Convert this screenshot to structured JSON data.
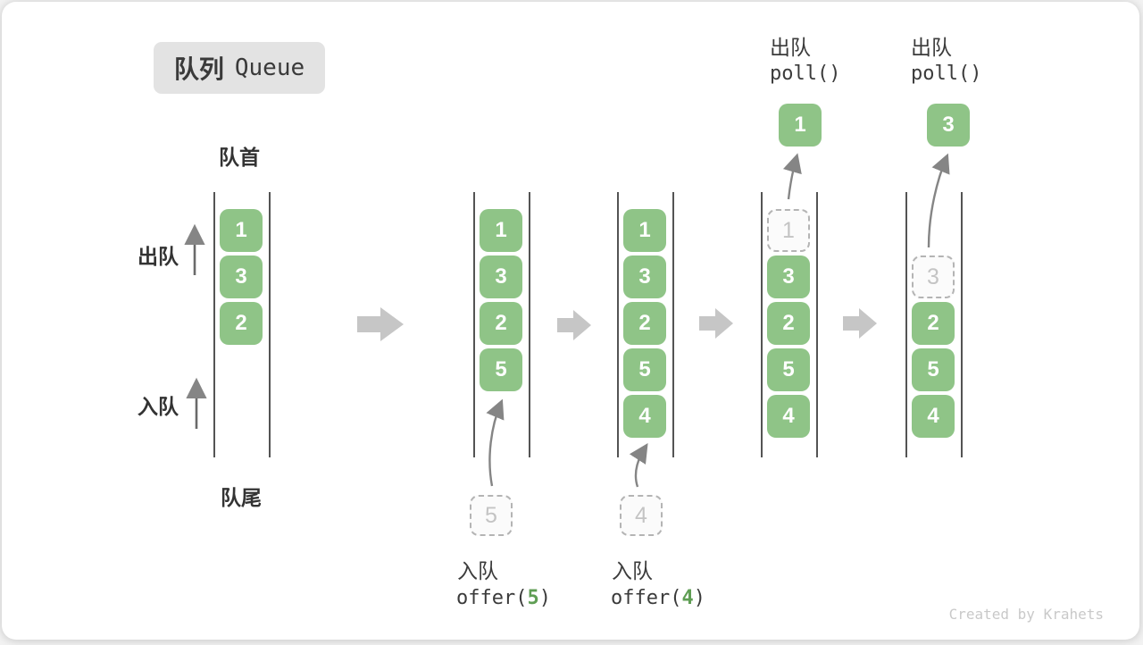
{
  "title": {
    "badge_zh": "队列",
    "badge_en": "Queue"
  },
  "labels": {
    "front": "队首",
    "rear": "队尾",
    "dequeue_side": "出队",
    "enqueue_side": "入队"
  },
  "operations": {
    "enqueue5": {
      "label": "入队",
      "code_prefix": "offer(",
      "arg": "5",
      "code_suffix": ")"
    },
    "enqueue4": {
      "label": "入队",
      "code_prefix": "offer(",
      "arg": "4",
      "code_suffix": ")"
    },
    "dequeue1": {
      "label": "出队",
      "code": "poll()"
    },
    "dequeue3": {
      "label": "出队",
      "code": "poll()"
    }
  },
  "columns": [
    {
      "cells": [
        "1",
        "3",
        "2"
      ]
    },
    {
      "cells": [
        "1",
        "3",
        "2",
        "5"
      ],
      "incoming": "5"
    },
    {
      "cells": [
        "1",
        "3",
        "2",
        "5",
        "4"
      ],
      "incoming": "4"
    },
    {
      "cells": [
        "3",
        "2",
        "5",
        "4"
      ],
      "ghost": "1",
      "popped": "1"
    },
    {
      "cells": [
        "2",
        "5",
        "4"
      ],
      "ghost": "3",
      "popped": "3"
    }
  ],
  "footer": "Created by Krahets",
  "colors": {
    "item_green": "#8fc487",
    "arg_green": "#5f9e54",
    "block_arrow": "#c6c6c6",
    "line_arrow": "#858585",
    "badge_bg": "#e3e3e3"
  }
}
